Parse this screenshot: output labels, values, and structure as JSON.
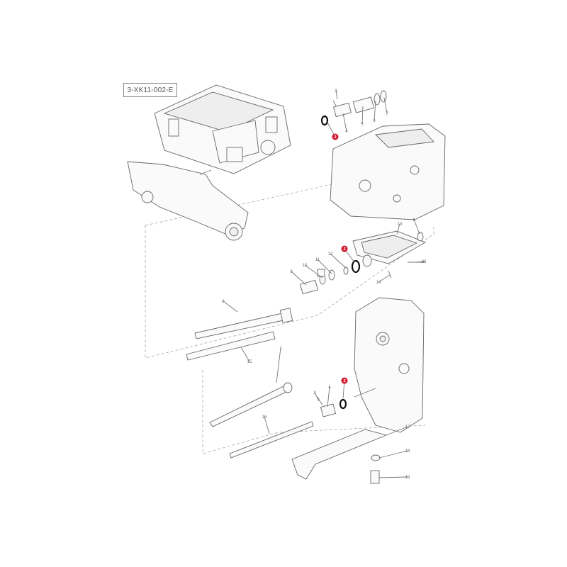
{
  "diagram": {
    "reference_code": "3-XK11-002-E",
    "highlight_color": "#d0142b",
    "highlighted_part": "2",
    "callouts": [
      {
        "id": "c2a",
        "label": "2",
        "highlight": true
      },
      {
        "id": "c3a",
        "label": "3",
        "highlight": false
      },
      {
        "id": "c4a",
        "label": "4",
        "highlight": false
      },
      {
        "id": "c5a",
        "label": "5",
        "highlight": false
      },
      {
        "id": "c6a",
        "label": "6",
        "highlight": false
      },
      {
        "id": "c7a",
        "label": "7",
        "highlight": false
      },
      {
        "id": "c6b",
        "label": "6",
        "highlight": false
      },
      {
        "id": "c13",
        "label": "13",
        "highlight": false
      },
      {
        "id": "c2b",
        "label": "2",
        "highlight": true
      },
      {
        "id": "c12",
        "label": "12",
        "highlight": false
      },
      {
        "id": "c11",
        "label": "11",
        "highlight": false
      },
      {
        "id": "c10",
        "label": "10",
        "highlight": false
      },
      {
        "id": "c9",
        "label": "9",
        "highlight": false
      },
      {
        "id": "c14",
        "label": "14",
        "highlight": false
      },
      {
        "id": "c20",
        "label": "20",
        "highlight": false
      },
      {
        "id": "c8",
        "label": "8",
        "highlight": false
      },
      {
        "id": "c15",
        "label": "15",
        "highlight": false
      },
      {
        "id": "c1",
        "label": "1",
        "highlight": false
      },
      {
        "id": "c2c",
        "label": "2",
        "highlight": true
      },
      {
        "id": "c3b",
        "label": "3",
        "highlight": false
      },
      {
        "id": "c4b",
        "label": "4",
        "highlight": false
      },
      {
        "id": "c16",
        "label": "16",
        "highlight": false
      },
      {
        "id": "c17",
        "label": "17",
        "highlight": false
      },
      {
        "id": "c18",
        "label": "18",
        "highlight": false
      },
      {
        "id": "c19",
        "label": "19",
        "highlight": false
      }
    ]
  }
}
